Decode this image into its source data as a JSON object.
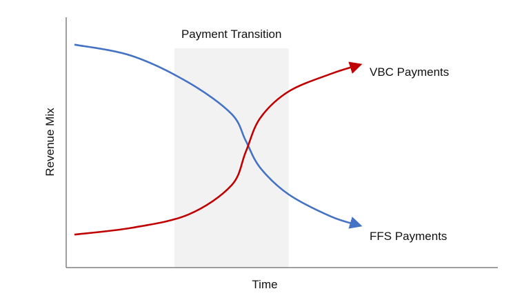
{
  "chart_data": {
    "type": "line",
    "title": "",
    "xlabel": "Time",
    "ylabel": "Revenue Mix",
    "xlim": [
      0,
      100
    ],
    "ylim": [
      0,
      100
    ],
    "grid": false,
    "legend": "none",
    "shaded_region": {
      "label": "Payment Transition",
      "x_start": 35,
      "x_end": 75,
      "color": "#f2f2f2"
    },
    "series": [
      {
        "name": "FFS Payments",
        "color": "#4472c4",
        "x": [
          0,
          20,
          40,
          55,
          60,
          65,
          75,
          90,
          100
        ],
        "y": [
          93,
          88,
          76,
          62,
          50,
          38,
          26,
          16,
          12
        ]
      },
      {
        "name": "VBC Payments",
        "color": "#c00000",
        "x": [
          0,
          20,
          40,
          55,
          60,
          65,
          75,
          90,
          100
        ],
        "y": [
          8,
          11,
          17,
          30,
          45,
          60,
          72,
          80,
          84
        ]
      }
    ]
  }
}
